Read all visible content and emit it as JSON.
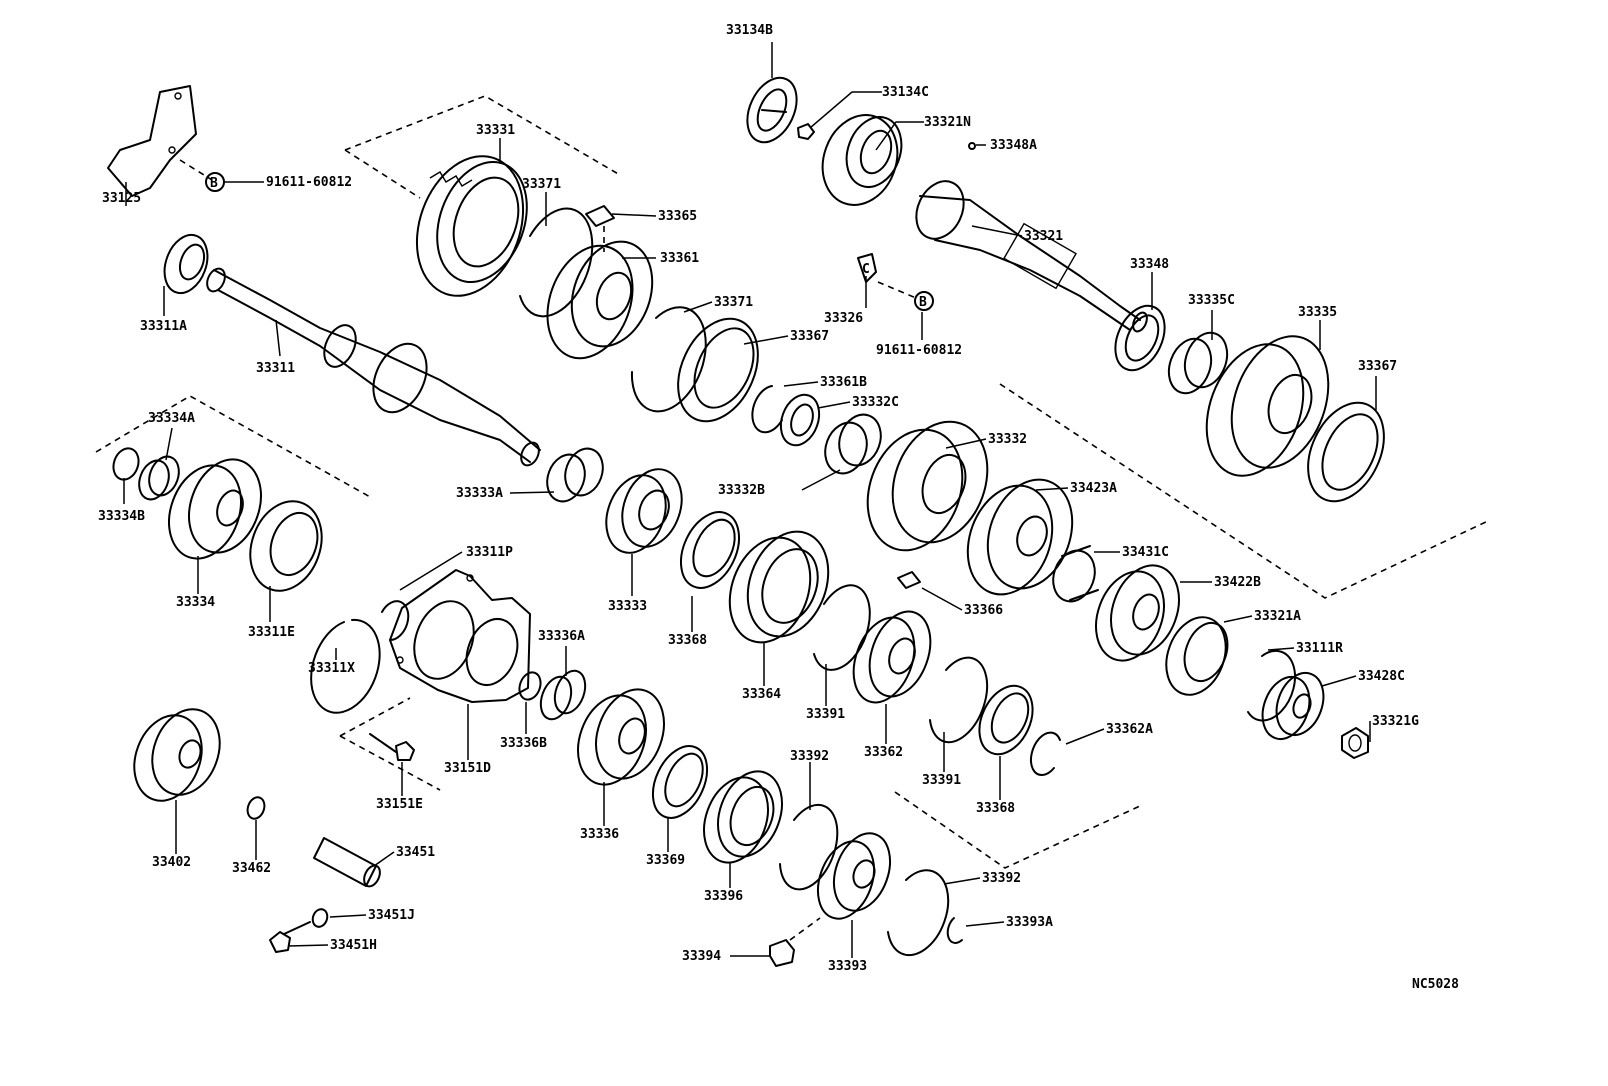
{
  "diagram_code": "NC5028",
  "markers": {
    "bolt_ref": "B",
    "clip_ref": "C"
  },
  "labels": {
    "p33134B": "33134B",
    "p33134C": "33134C",
    "p33321N": "33321N",
    "p33348A": "33348A",
    "p33331": "33331",
    "p33371a": "33371",
    "p91611a": "91611-60812",
    "p33125": "33125",
    "p33365": "33365",
    "p33361": "33361",
    "p33321": "33321",
    "p33311A": "33311A",
    "p33371b": "33371",
    "p33326": "33326",
    "p91611b": "91611-60812",
    "p33348": "33348",
    "p33335C": "33335C",
    "p33335": "33335",
    "p33367a": "33367",
    "p33367b": "33367",
    "p33311": "33311",
    "p33361B": "33361B",
    "p33332C": "33332C",
    "p33334A": "33334A",
    "p33332": "33332",
    "p33334B": "33334B",
    "p33333A": "33333A",
    "p33332B": "33332B",
    "p33423A": "33423A",
    "p33311P": "33311P",
    "p33431C": "33431C",
    "p33334": "33334",
    "p33333": "33333",
    "p33422B": "33422B",
    "p33366": "33366",
    "p33311E": "33311E",
    "p33368a": "33368",
    "p33321A": "33321A",
    "p33336A": "33336A",
    "p33111R": "33111R",
    "p33311X": "33311X",
    "p33428C": "33428C",
    "p33364": "33364",
    "p33391a": "33391",
    "p33321G": "33321G",
    "p33336B": "33336B",
    "p33362A": "33362A",
    "p33151D": "33151D",
    "p33362": "33362",
    "p33392a": "33392",
    "p33151E": "33151E",
    "p33391b": "33391",
    "p33368b": "33368",
    "p33336": "33336",
    "p33451": "33451",
    "p33402": "33402",
    "p33462": "33462",
    "p33369": "33369",
    "p33396": "33396",
    "p33392b": "33392",
    "p33451J": "33451J",
    "p33393A": "33393A",
    "p33451H": "33451H",
    "p33394": "33394",
    "p33393": "33393"
  }
}
